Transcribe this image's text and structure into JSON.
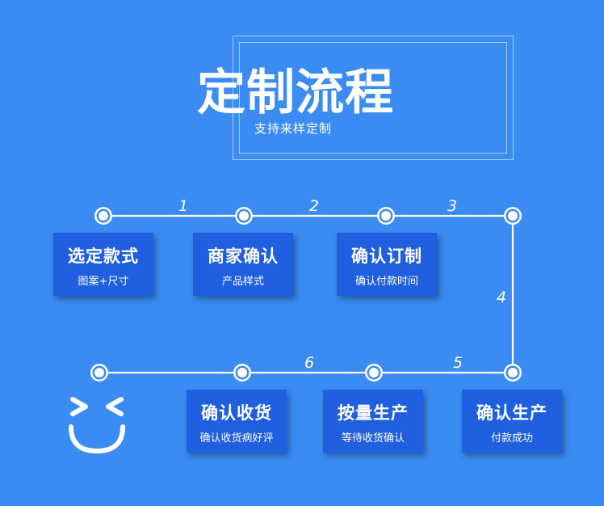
{
  "header": {
    "title": "定制流程",
    "subtitle": "支持来样定制"
  },
  "steps": [
    {
      "number": "1",
      "title": "选定款式",
      "subtitle": "图案+尺寸"
    },
    {
      "number": "2",
      "title": "商家确认",
      "subtitle": "产品样式"
    },
    {
      "number": "3",
      "title": "确认订制",
      "subtitle": "确认付款时间"
    },
    {
      "number": "4",
      "title": "确认生产",
      "subtitle": "付款成功"
    },
    {
      "number": "5",
      "title": "按量生产",
      "subtitle": "等待收货确认"
    },
    {
      "number": "6",
      "title": "确认收货",
      "subtitle": "确认收货病好评"
    }
  ],
  "colors": {
    "background": "#3a8cf3",
    "card": "#1f5fe0",
    "line": "#ffffff"
  },
  "icons": [
    "smiley-face-icon"
  ]
}
